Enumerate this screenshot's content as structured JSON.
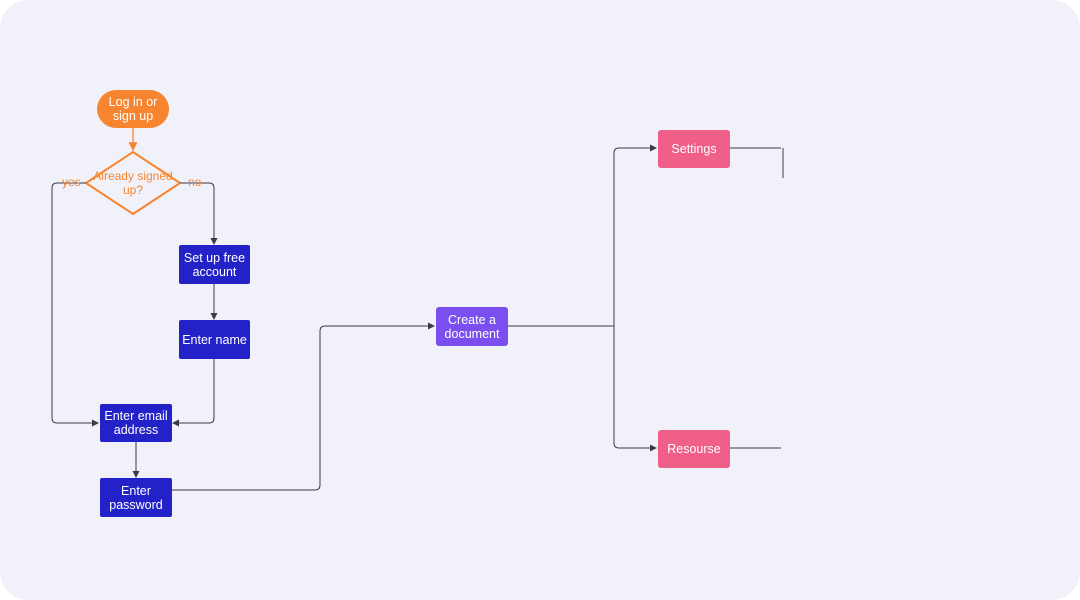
{
  "colors": {
    "background": "#f1f1fa",
    "start": "#f7852f",
    "process": "#2222c8",
    "action": "#7b4ef0",
    "branch": "#ef5f87",
    "connector": "#3a3a4a"
  },
  "flowchart": {
    "start": "Log in or sign up",
    "decision": "Already signed up?",
    "yes_label": "yes",
    "no_label": "no",
    "setup": "Set up free account",
    "enter_name": "Enter name",
    "enter_email": "Enter email address",
    "enter_password": "Enter password",
    "create_document": "Create a document",
    "settings": "Settings",
    "resource": "Resourse"
  }
}
